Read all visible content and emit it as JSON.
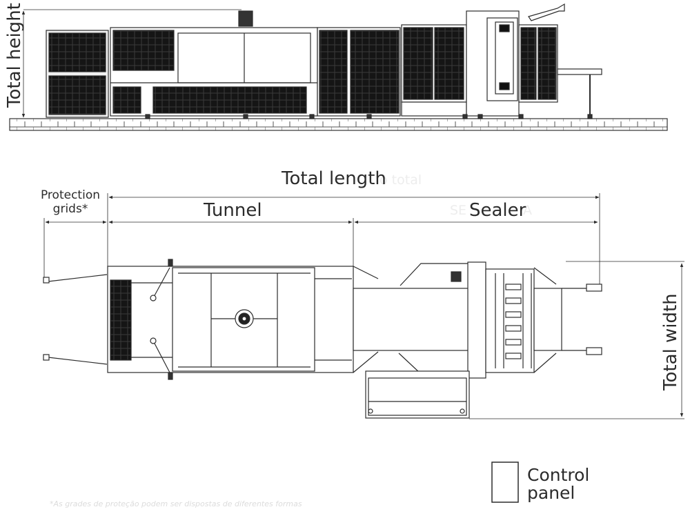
{
  "side_view": {
    "total_height_label": "Total height"
  },
  "top_view": {
    "total_length_label": "Total length",
    "total_length_ghost": "o total",
    "protection_grids_line1": "Protection",
    "protection_grids_line2": "grids*",
    "tunnel_label": "Tunnel",
    "sealer_label": "Sealer",
    "sealer_ghost_left": "SE",
    "sealer_ghost_right": "A",
    "total_width_label": "Total width"
  },
  "legend": {
    "control_panel_line1": "Control",
    "control_panel_line2": "panel"
  },
  "footnote": "*As grades de proteção podem ser dispostas de diferentes formas",
  "colors": {
    "line": "#2b2b2b",
    "panel_dark": "#111111",
    "ghost_text": "#ededed"
  }
}
